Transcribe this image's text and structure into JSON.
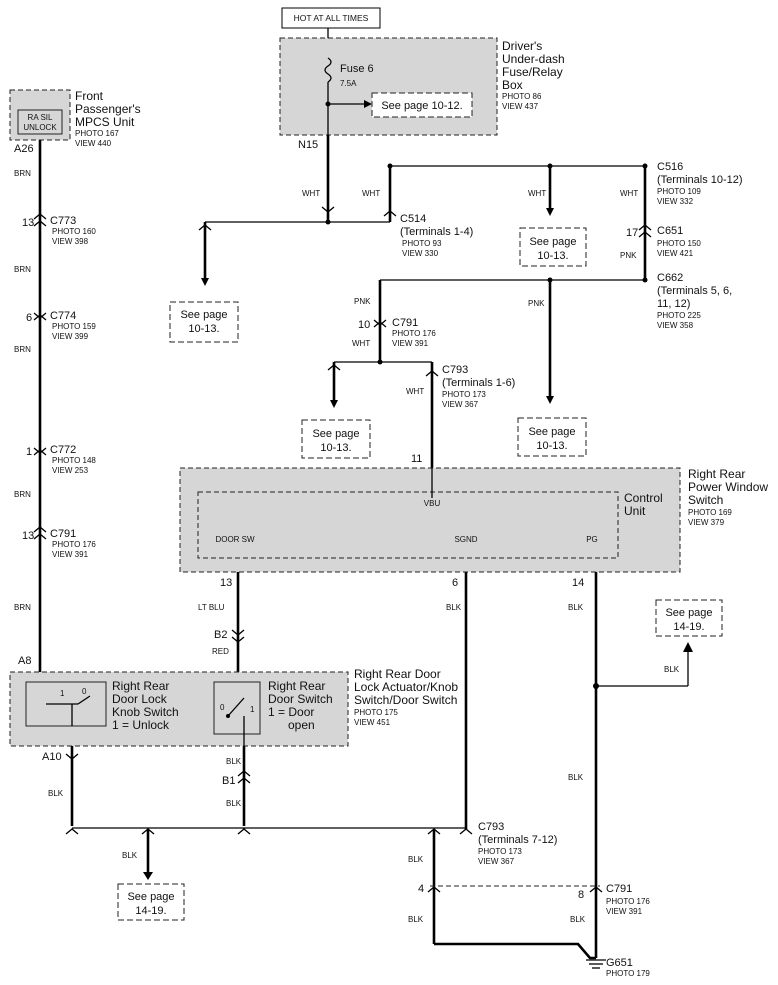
{
  "hot_label": "HOT AT ALL TIMES",
  "fuse_box": {
    "title": [
      "Driver's",
      "Under-dash",
      "Fuse/Relay",
      "Box"
    ],
    "photo": "PHOTO 86",
    "view": "VIEW 437",
    "fuse": "Fuse 6",
    "rating": "7.5A",
    "ref": "See page 10-12."
  },
  "mpcs": {
    "title": [
      "Front",
      "Passenger's",
      "MPCS Unit"
    ],
    "photo": "PHOTO 167",
    "view": "VIEW 440",
    "inner": [
      "RA SIL",
      "UNLOCK"
    ]
  },
  "pins": {
    "a26": "A26",
    "n15": "N15",
    "a8": "A8",
    "a10": "A10",
    "b1": "B1",
    "b2": "B2",
    "p13a": "13",
    "p6a": "6",
    "p1": "1",
    "p13b": "13",
    "p10": "10",
    "p17": "17",
    "p11": "11",
    "p13c": "13",
    "p6b": "6",
    "p14": "14",
    "p4": "4",
    "p8": "8"
  },
  "wires": {
    "brn": "BRN",
    "wht": "WHT",
    "pnk": "PNK",
    "ltblu": "LT BLU",
    "red": "RED",
    "blk": "BLK"
  },
  "connectors": {
    "c773": {
      "name": "C773",
      "photo": "PHOTO 160",
      "view": "VIEW 398"
    },
    "c774": {
      "name": "C774",
      "photo": "PHOTO 159",
      "view": "VIEW 399"
    },
    "c772": {
      "name": "C772",
      "photo": "PHOTO 148",
      "view": "VIEW 253"
    },
    "c791a": {
      "name": "C791",
      "photo": "PHOTO 176",
      "view": "VIEW 391"
    },
    "c516": {
      "name": "C516",
      "sub": "(Terminals 10-12)",
      "photo": "PHOTO 109",
      "view": "VIEW 332"
    },
    "c514": {
      "name": "C514",
      "sub": "(Terminals 1-4)",
      "photo": "PHOTO 93",
      "view": "VIEW 330"
    },
    "c651": {
      "name": "C651",
      "photo": "PHOTO 150",
      "view": "VIEW 421"
    },
    "c662": {
      "name": "C662",
      "sub": [
        "(Terminals 5, 6,",
        "11, 12)"
      ],
      "photo": "PHOTO 225",
      "view": "VIEW 358"
    },
    "c791b": {
      "name": "C791",
      "photo": "PHOTO 176",
      "view": "VIEW 391"
    },
    "c793a": {
      "name": "C793",
      "sub": "(Terminals 1-6)",
      "photo": "PHOTO 173",
      "view": "VIEW 367"
    },
    "c793b": {
      "name": "C793",
      "sub": "(Terminals 7-12)",
      "photo": "PHOTO 173",
      "view": "VIEW 367"
    },
    "c791c": {
      "name": "C791",
      "photo": "PHOTO 176",
      "view": "VIEW 391"
    },
    "g651": {
      "name": "G651",
      "photo": "PHOTO 179"
    }
  },
  "window_switch": {
    "title": [
      "Right Rear",
      "Power Window",
      "Switch"
    ],
    "photo": "PHOTO 169",
    "view": "VIEW 379",
    "control": [
      "Control",
      "Unit"
    ],
    "vbu": "VBU",
    "doorsw": "DOOR SW",
    "sgnd": "SGND",
    "pg": "PG"
  },
  "door_lock": {
    "title": [
      "Right Rear Door",
      "Lock Actuator/Knob",
      "Switch/Door Switch"
    ],
    "photo": "PHOTO 175",
    "view": "VIEW 451",
    "knob": [
      "Right Rear",
      "Door Lock",
      "Knob Switch",
      "1 = Unlock"
    ],
    "door": [
      "Right Rear",
      "Door Switch",
      "1 = Door",
      "open"
    ],
    "one": "1",
    "zero": "0"
  },
  "refs": {
    "r1013": [
      "See page",
      "10-13."
    ],
    "r1419": [
      "See page",
      "14-19."
    ]
  }
}
